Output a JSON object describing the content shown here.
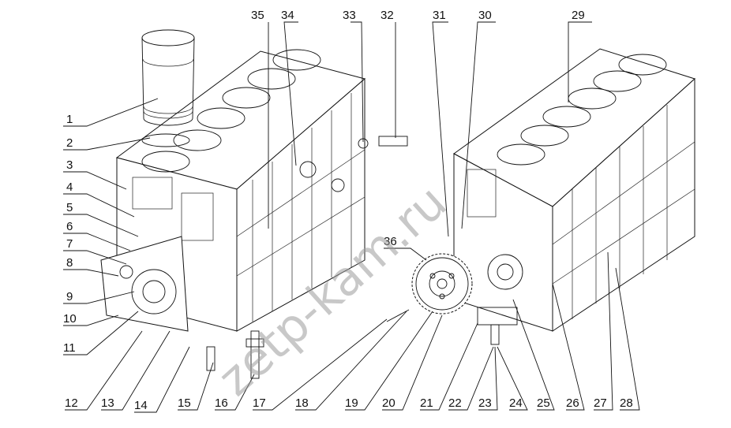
{
  "watermark": "zetp-kam.ru",
  "callouts": [
    "1",
    "2",
    "3",
    "4",
    "5",
    "6",
    "7",
    "8",
    "9",
    "10",
    "11",
    "12",
    "13",
    "14",
    "15",
    "16",
    "17",
    "18",
    "19",
    "20",
    "21",
    "22",
    "23",
    "24",
    "25",
    "26",
    "27",
    "28",
    "29",
    "30",
    "31",
    "32",
    "33",
    "34",
    "35",
    "36"
  ]
}
